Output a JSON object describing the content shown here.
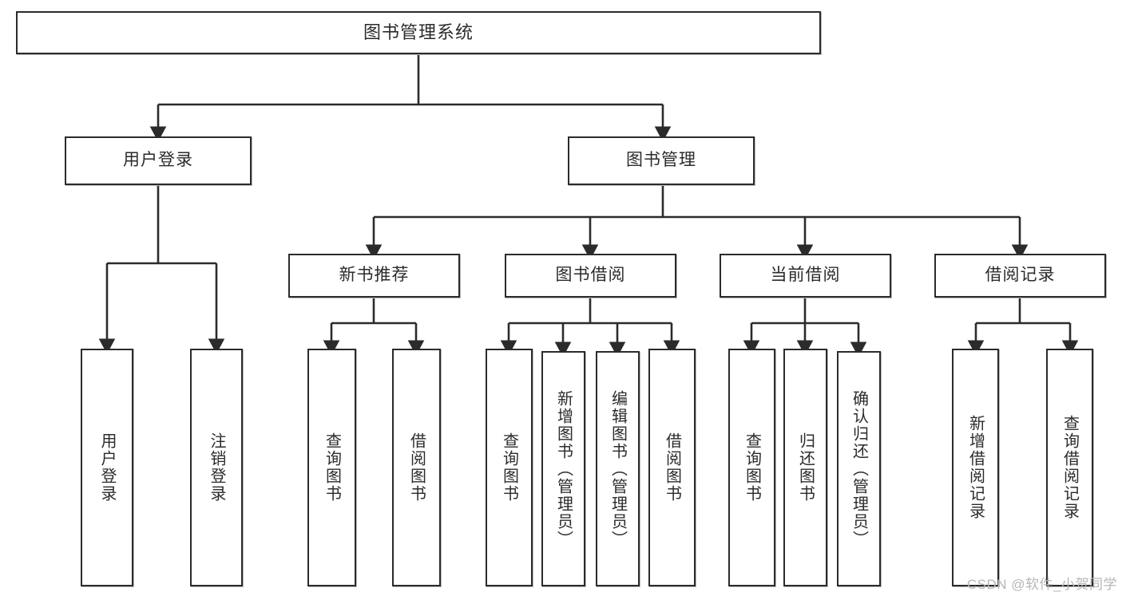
{
  "diagram": {
    "type": "tree-hierarchy",
    "root": {
      "id": "root",
      "label": "图书管理系统"
    },
    "level2": [
      {
        "id": "user-login",
        "label": "用户登录"
      },
      {
        "id": "book-manage",
        "label": "图书管理"
      }
    ],
    "level3": [
      {
        "id": "new-book-rec",
        "label": "新书推荐",
        "parent": "book-manage"
      },
      {
        "id": "book-borrow",
        "label": "图书借阅",
        "parent": "book-manage"
      },
      {
        "id": "current-borrow",
        "label": "当前借阅",
        "parent": "book-manage"
      },
      {
        "id": "borrow-record",
        "label": "借阅记录",
        "parent": "book-manage"
      }
    ],
    "leaves": [
      {
        "id": "leaf-1",
        "label": "用户登录",
        "parent": "user-login"
      },
      {
        "id": "leaf-2",
        "label": "注销登录",
        "parent": "user-login"
      },
      {
        "id": "leaf-3",
        "label": "查询图书",
        "parent": "new-book-rec"
      },
      {
        "id": "leaf-4",
        "label": "借阅图书",
        "parent": "new-book-rec"
      },
      {
        "id": "leaf-5",
        "label": "查询图书",
        "parent": "book-borrow"
      },
      {
        "id": "leaf-6",
        "label": "新增图书（管理员）",
        "parent": "book-borrow"
      },
      {
        "id": "leaf-7",
        "label": "编辑图书（管理员）",
        "parent": "book-borrow"
      },
      {
        "id": "leaf-8",
        "label": "借阅图书",
        "parent": "book-borrow"
      },
      {
        "id": "leaf-9",
        "label": "查询图书",
        "parent": "current-borrow"
      },
      {
        "id": "leaf-10",
        "label": "归还图书",
        "parent": "current-borrow"
      },
      {
        "id": "leaf-11",
        "label": "确认归还（管理员）",
        "parent": "current-borrow"
      },
      {
        "id": "leaf-12",
        "label": "新增借阅记录",
        "parent": "borrow-record"
      },
      {
        "id": "leaf-13",
        "label": "查询借阅记录",
        "parent": "borrow-record"
      }
    ],
    "colors": {
      "stroke": "#2b2b2b",
      "fill": "#ffffff",
      "text": "#2b2b2b",
      "shadow": "#b9b9b9",
      "watermark": "#b6b6b6"
    }
  },
  "watermark": {
    "text": "CSDN @软件_小贺同学"
  }
}
